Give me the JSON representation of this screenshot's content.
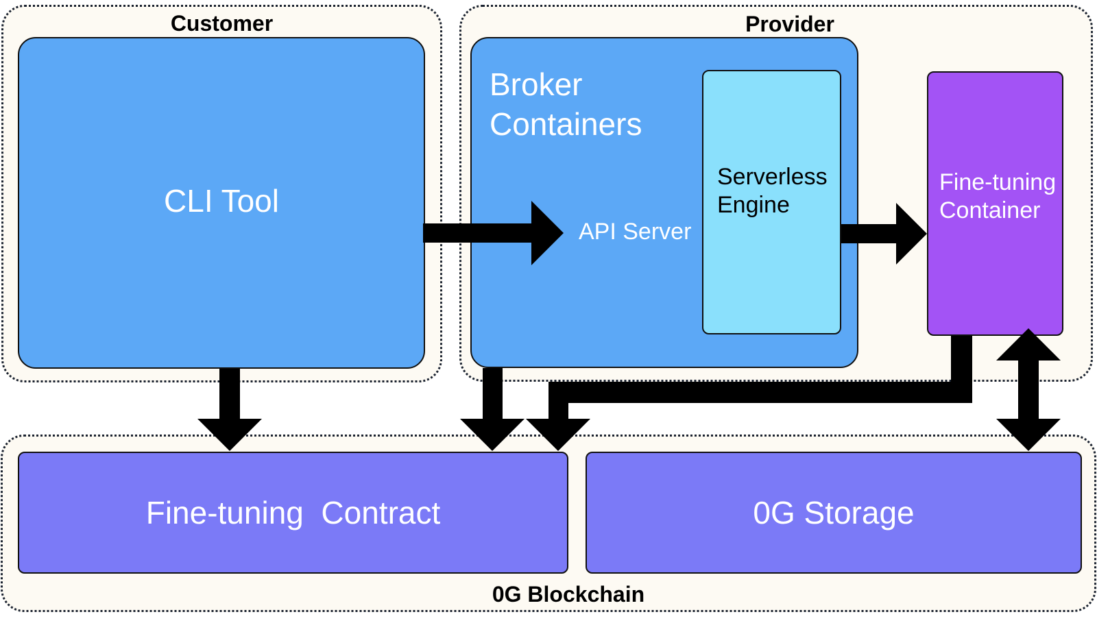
{
  "groups": {
    "customer": "Customer",
    "provider": "Provider",
    "blockchain": "0G Blockchain"
  },
  "nodes": {
    "cli_tool": "CLI Tool",
    "broker_line1": "Broker",
    "broker_line2": "Containers",
    "api_server": "API Server",
    "serverless_line1": "Serverless",
    "serverless_line2": "Engine",
    "finetune_container_line1": "Fine-tuning",
    "finetune_container_line2": "Container",
    "finetune_contract": "Fine-tuning  Contract",
    "storage": "0G Storage"
  },
  "colors": {
    "group_bg": "#fdfaf3",
    "cli_blue": "#5ca8f6",
    "serverless_cyan": "#8ae0fc",
    "container_purple": "#a353f5",
    "chain_indigo": "#7b7af7"
  },
  "edges": [
    {
      "from": "CLI Tool",
      "to": "API Server"
    },
    {
      "from": "Serverless Engine",
      "to": "Fine-tuning Container"
    },
    {
      "from": "CLI Tool",
      "to": "Fine-tuning Contract"
    },
    {
      "from": "Broker Containers",
      "to": "Fine-tuning Contract"
    },
    {
      "from": "Fine-tuning Container",
      "to": "Fine-tuning Contract"
    },
    {
      "from": "Fine-tuning Container",
      "to": "0G Storage",
      "bidirectional": true
    }
  ]
}
